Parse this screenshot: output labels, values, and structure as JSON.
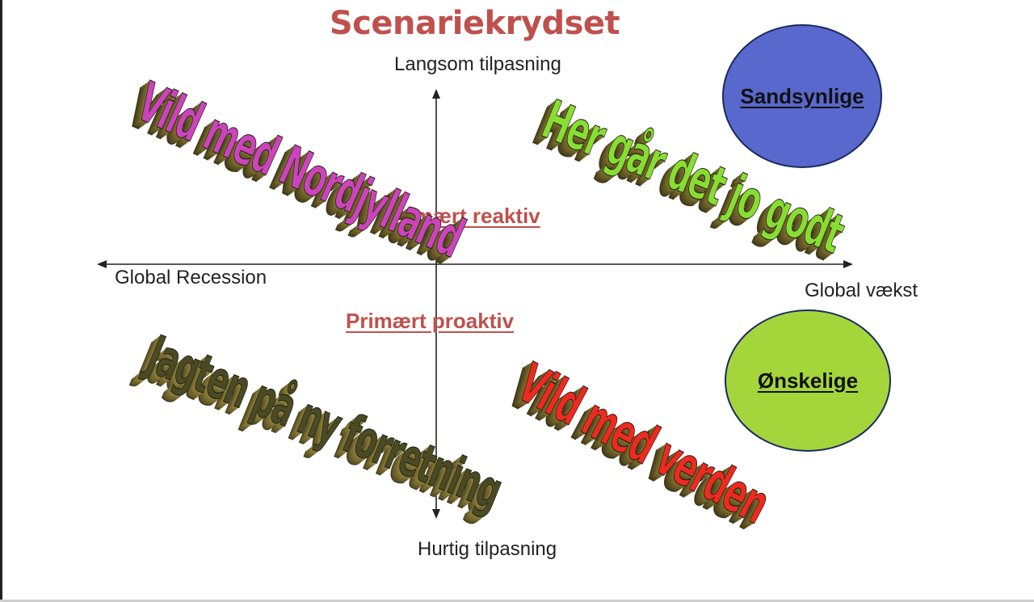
{
  "title": "Scenariekrydset",
  "axes": {
    "top": "Langsom tilpasning",
    "bottom": "Hurtig tilpasning",
    "left": "Global Recession",
    "right": "Global vækst"
  },
  "middle_labels": {
    "upper": "Primært reaktiv",
    "lower": "Primært proaktiv"
  },
  "quadrants": {
    "top_left": "Vild med Nordjylland",
    "top_right": "Her går det jo godt",
    "bottom_left": "Jagten på ny forretning",
    "bottom_right": "Vild med verden"
  },
  "legend": {
    "likely": {
      "label": "Sandsynlige",
      "color": "#5868cc"
    },
    "desirable": {
      "label": "Ønskelige",
      "color": "#a4d63c"
    }
  },
  "colors": {
    "title": "#c0504d",
    "top_left_text": "#cc44bb",
    "top_right_text": "#88dd33",
    "bottom_left_text": "#4a4a24",
    "bottom_right_text": "#ee2a20"
  }
}
